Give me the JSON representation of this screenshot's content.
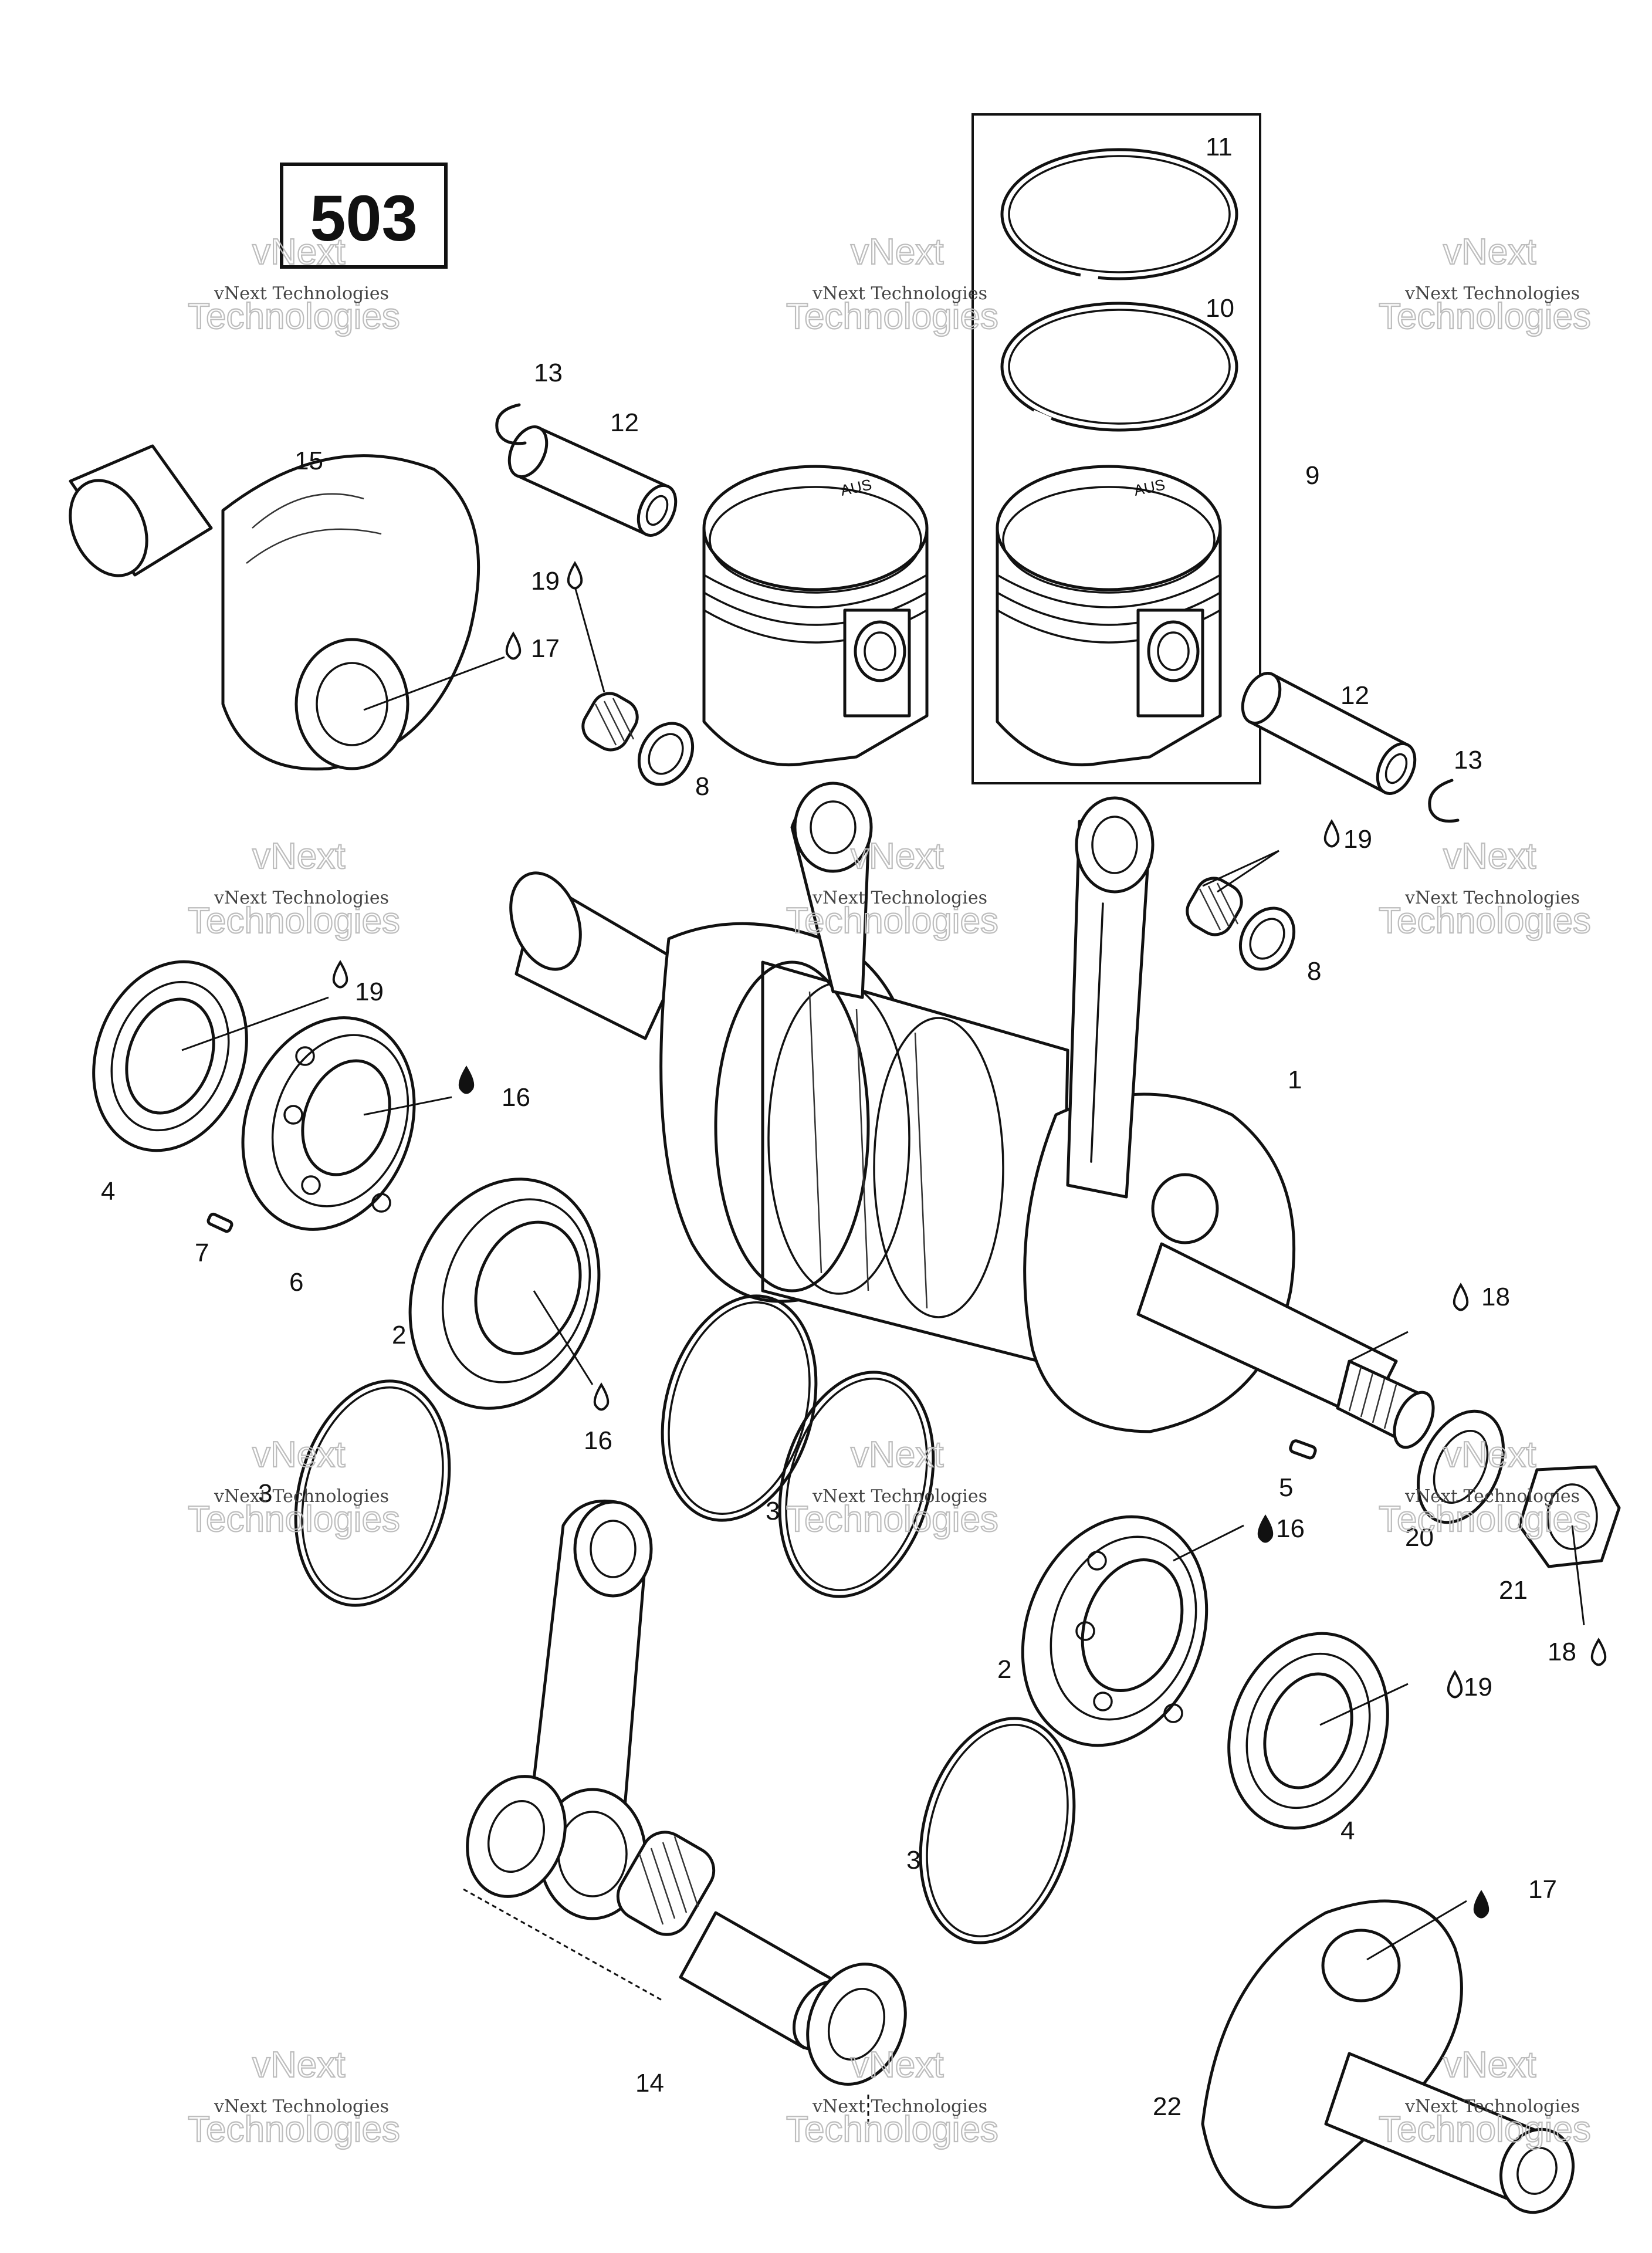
{
  "diagram": {
    "model_label": "503",
    "watermark": {
      "line1": "vNext Technologies",
      "line2": "vNext",
      "line3": "Technologies"
    },
    "piston_marking": "AUS",
    "callouts": [
      {
        "id": "c1",
        "text": "1"
      },
      {
        "id": "c2a",
        "text": "2"
      },
      {
        "id": "c2b",
        "text": "2"
      },
      {
        "id": "c3a",
        "text": "3"
      },
      {
        "id": "c3b",
        "text": "3"
      },
      {
        "id": "c3c",
        "text": "3"
      },
      {
        "id": "c4a",
        "text": "4"
      },
      {
        "id": "c4b",
        "text": "4"
      },
      {
        "id": "c5",
        "text": "5"
      },
      {
        "id": "c6",
        "text": "6"
      },
      {
        "id": "c7",
        "text": "7"
      },
      {
        "id": "c8a",
        "text": "8"
      },
      {
        "id": "c8b",
        "text": "8"
      },
      {
        "id": "c9",
        "text": "9"
      },
      {
        "id": "c10",
        "text": "10"
      },
      {
        "id": "c11",
        "text": "11"
      },
      {
        "id": "c12a",
        "text": "12"
      },
      {
        "id": "c12b",
        "text": "12"
      },
      {
        "id": "c13a",
        "text": "13"
      },
      {
        "id": "c13b",
        "text": "13"
      },
      {
        "id": "c14",
        "text": "14"
      },
      {
        "id": "c15",
        "text": "15"
      },
      {
        "id": "c16a",
        "text": "16"
      },
      {
        "id": "c16b",
        "text": "16"
      },
      {
        "id": "c16c",
        "text": "16"
      },
      {
        "id": "c17a",
        "text": "17"
      },
      {
        "id": "c17b",
        "text": "17"
      },
      {
        "id": "c18a",
        "text": "18"
      },
      {
        "id": "c18b",
        "text": "18"
      },
      {
        "id": "c19a",
        "text": "19"
      },
      {
        "id": "c19b",
        "text": "19"
      },
      {
        "id": "c19c",
        "text": "19"
      },
      {
        "id": "c19d",
        "text": "19"
      },
      {
        "id": "c20",
        "text": "20"
      },
      {
        "id": "c21",
        "text": "21"
      },
      {
        "id": "c22",
        "text": "22"
      }
    ]
  }
}
